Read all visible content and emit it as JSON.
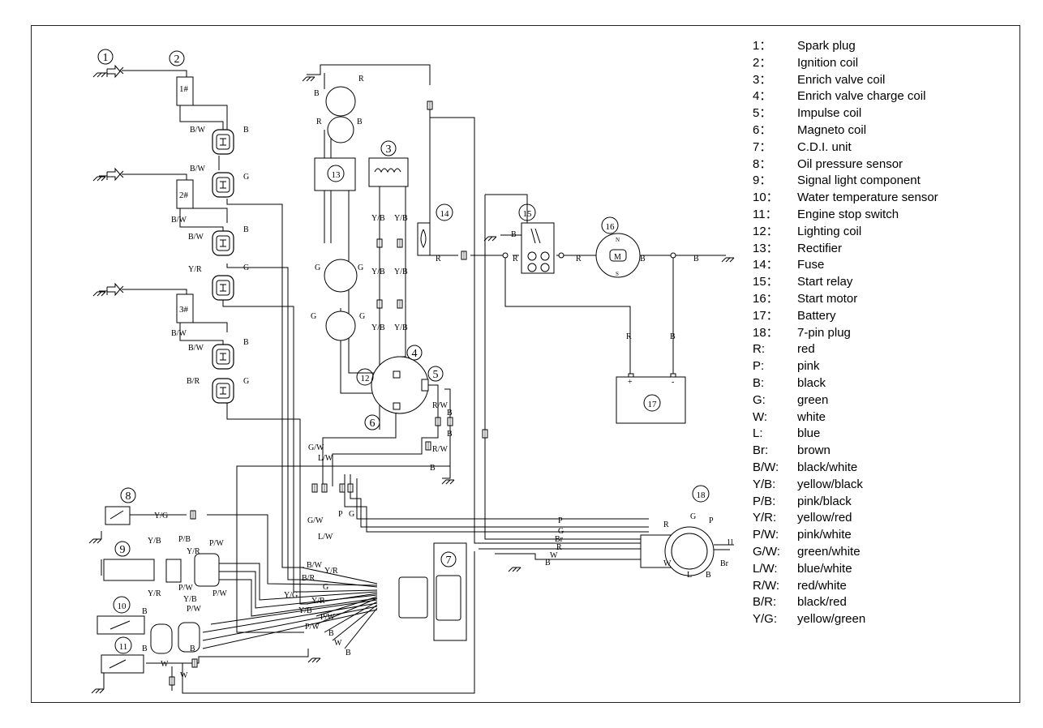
{
  "diagram": {
    "callouts": [
      "1",
      "2",
      "3",
      "4",
      "5",
      "6",
      "7",
      "8",
      "9",
      "10",
      "11",
      "12",
      "13",
      "14",
      "15",
      "16",
      "17",
      "18"
    ],
    "cylinder_labels": [
      "1#",
      "2#",
      "3#"
    ],
    "wire_codes": {
      "bw": "B/W",
      "b": "B",
      "g": "G",
      "yr": "Y/R",
      "br_": "B/R",
      "r": "R",
      "yb": "Y/B",
      "gw": "G/W",
      "lw": "L/W",
      "p": "P",
      "rw": "R/W",
      "yg": "Y/G",
      "pb": "P/B",
      "pw": "P/W",
      "w": "W",
      "brown": "Br",
      "l": "L",
      "plus": "+",
      "minus": "-",
      "m": "M",
      "n": "N",
      "s": "S",
      "pin": "1l"
    }
  },
  "legend": [
    {
      "key": "1：",
      "label": "Spark plug"
    },
    {
      "key": "2：",
      "label": "Ignition coil"
    },
    {
      "key": "3：",
      "label": "Enrich valve coil"
    },
    {
      "key": "4：",
      "label": "Enrich valve charge coil"
    },
    {
      "key": "5：",
      "label": "Impulse coil"
    },
    {
      "key": "6：",
      "label": "Magneto coil"
    },
    {
      "key": "7：",
      "label": "C.D.I. unit"
    },
    {
      "key": "8：",
      "label": "Oil pressure sensor"
    },
    {
      "key": "9：",
      "label": "Signal light component"
    },
    {
      "key": "10：",
      "label": "Water temperature sensor"
    },
    {
      "key": "11：",
      "label": "Engine stop switch"
    },
    {
      "key": "12：",
      "label": "Lighting coil"
    },
    {
      "key": "13：",
      "label": "Rectifier"
    },
    {
      "key": "14：",
      "label": "Fuse"
    },
    {
      "key": "15：",
      "label": "Start relay"
    },
    {
      "key": "16：",
      "label": "Start motor"
    },
    {
      "key": "17：",
      "label": "Battery"
    },
    {
      "key": "18：",
      "label": "7-pin plug"
    },
    {
      "key": "R:",
      "label": "red"
    },
    {
      "key": "P:",
      "label": "pink"
    },
    {
      "key": "B:",
      "label": "black"
    },
    {
      "key": "G:",
      "label": "green"
    },
    {
      "key": "W:",
      "label": "white"
    },
    {
      "key": "L:",
      "label": "blue"
    },
    {
      "key": "Br:",
      "label": "brown"
    },
    {
      "key": "B/W:",
      "label": "black/white"
    },
    {
      "key": "Y/B:",
      "label": "yellow/black"
    },
    {
      "key": "P/B:",
      "label": "pink/black"
    },
    {
      "key": "Y/R:",
      "label": "yellow/red"
    },
    {
      "key": "P/W:",
      "label": "pink/white"
    },
    {
      "key": "G/W:",
      "label": "green/white"
    },
    {
      "key": "L/W:",
      "label": "blue/white"
    },
    {
      "key": "R/W:",
      "label": "red/white"
    },
    {
      "key": "B/R:",
      "label": "black/red"
    },
    {
      "key": "Y/G:",
      "label": "yellow/green"
    }
  ]
}
